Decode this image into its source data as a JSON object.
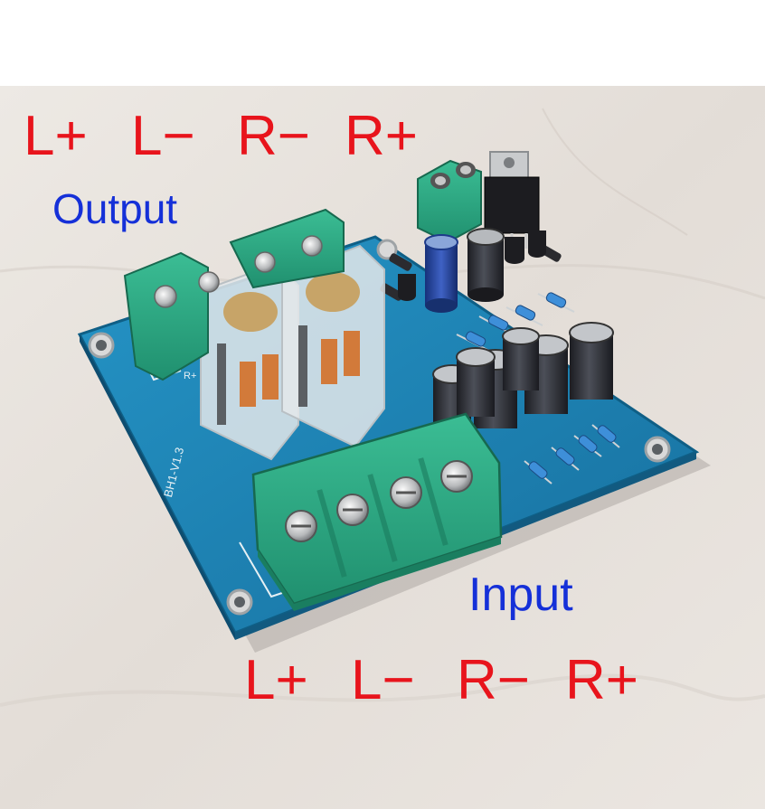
{
  "photo": {
    "subject": "stereo speaker protection circuit board",
    "colors": {
      "pcb": "#1f86b8",
      "terminal": "#2aa582",
      "background": "#e6e1dc",
      "label_red": "#e8141c",
      "label_blue": "#1530d8"
    }
  },
  "labels": {
    "output_title": "Output",
    "output_terminals": [
      "L+",
      "L−",
      "R−",
      "R+"
    ],
    "input_title": "Input",
    "input_terminals": [
      "L+",
      "L−",
      "R−",
      "R+"
    ]
  },
  "board": {
    "version_mark": "BH1-V1.3",
    "silkscreen_mark": "R+"
  }
}
